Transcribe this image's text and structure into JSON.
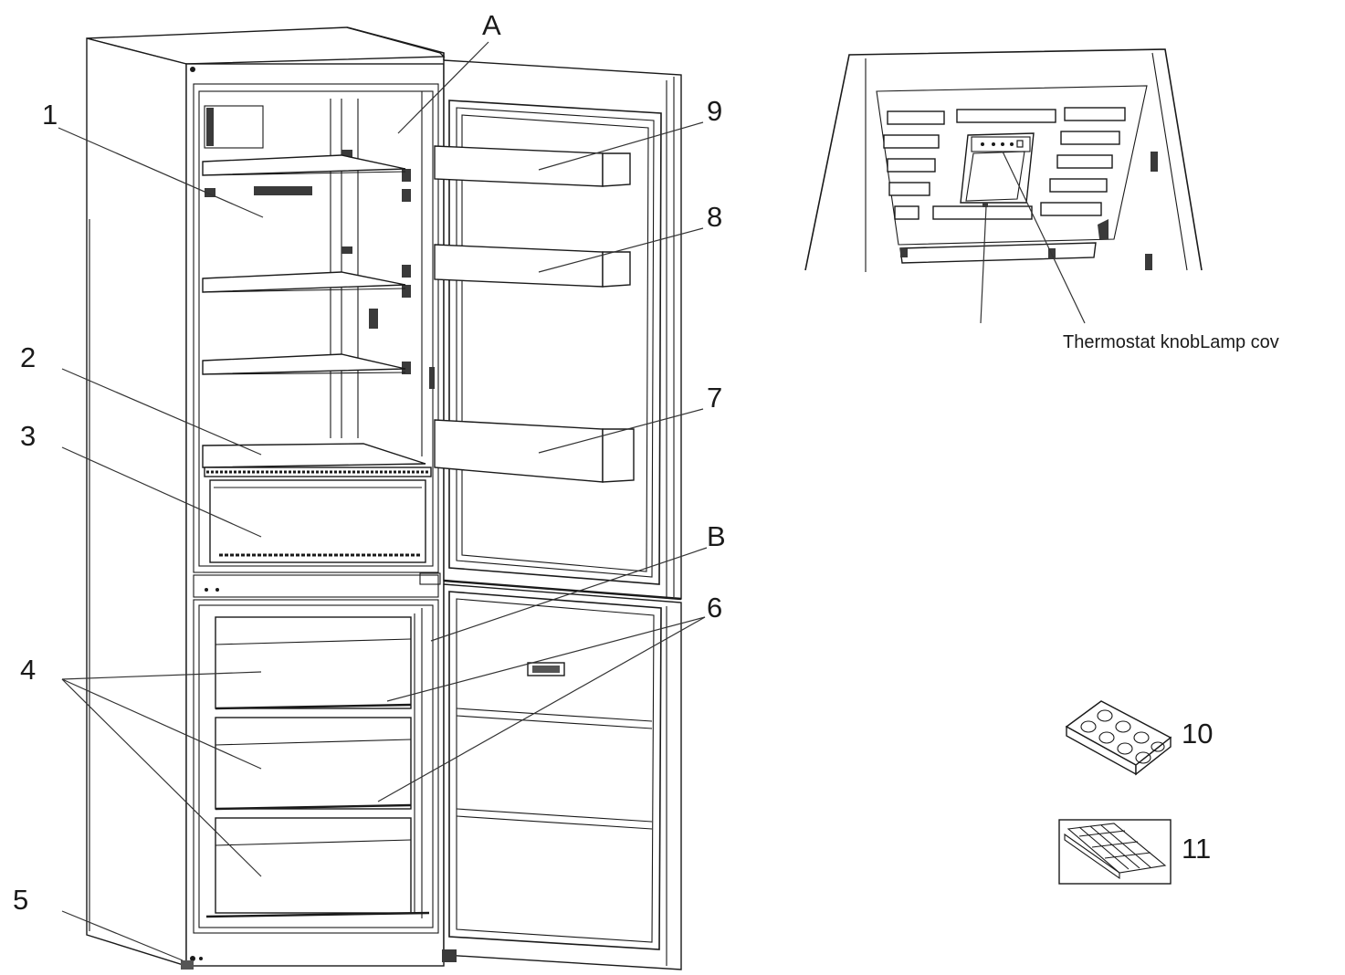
{
  "labels": {
    "a": "A",
    "b": "B",
    "n1": "1",
    "n2": "2",
    "n3": "3",
    "n4": "4",
    "n5": "5",
    "n6": "6",
    "n7": "7",
    "n8": "8",
    "n9": "9",
    "n10": "10",
    "n11": "11"
  },
  "detail_caption": "Thermostat knobLamp cov"
}
